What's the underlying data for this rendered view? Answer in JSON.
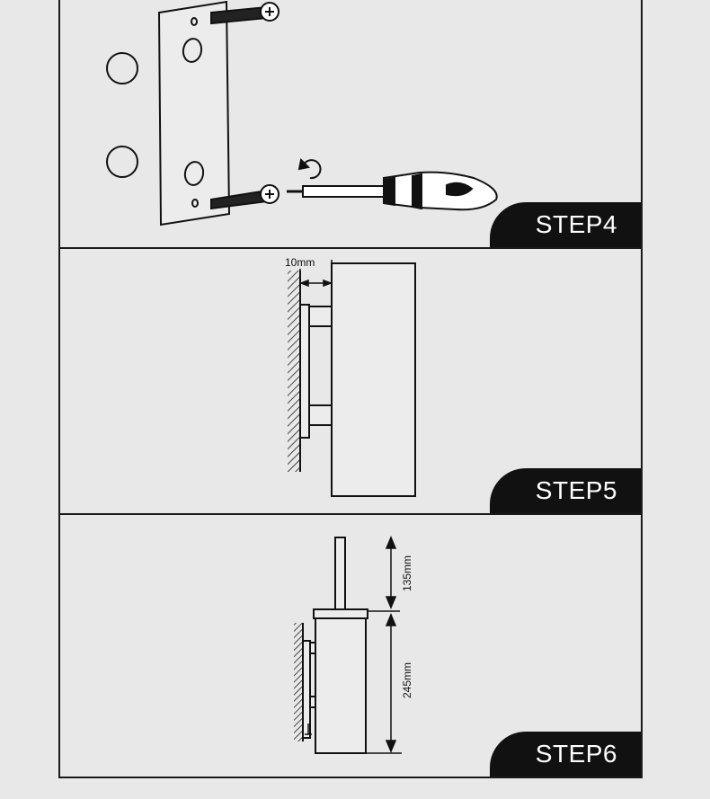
{
  "steps": [
    {
      "id": "step4",
      "label": "STEP4"
    },
    {
      "id": "step5",
      "label": "STEP5",
      "gap_label": "10mm"
    },
    {
      "id": "step6",
      "label": "STEP6",
      "top_label": "135mm",
      "bottom_label": "245mm"
    }
  ]
}
